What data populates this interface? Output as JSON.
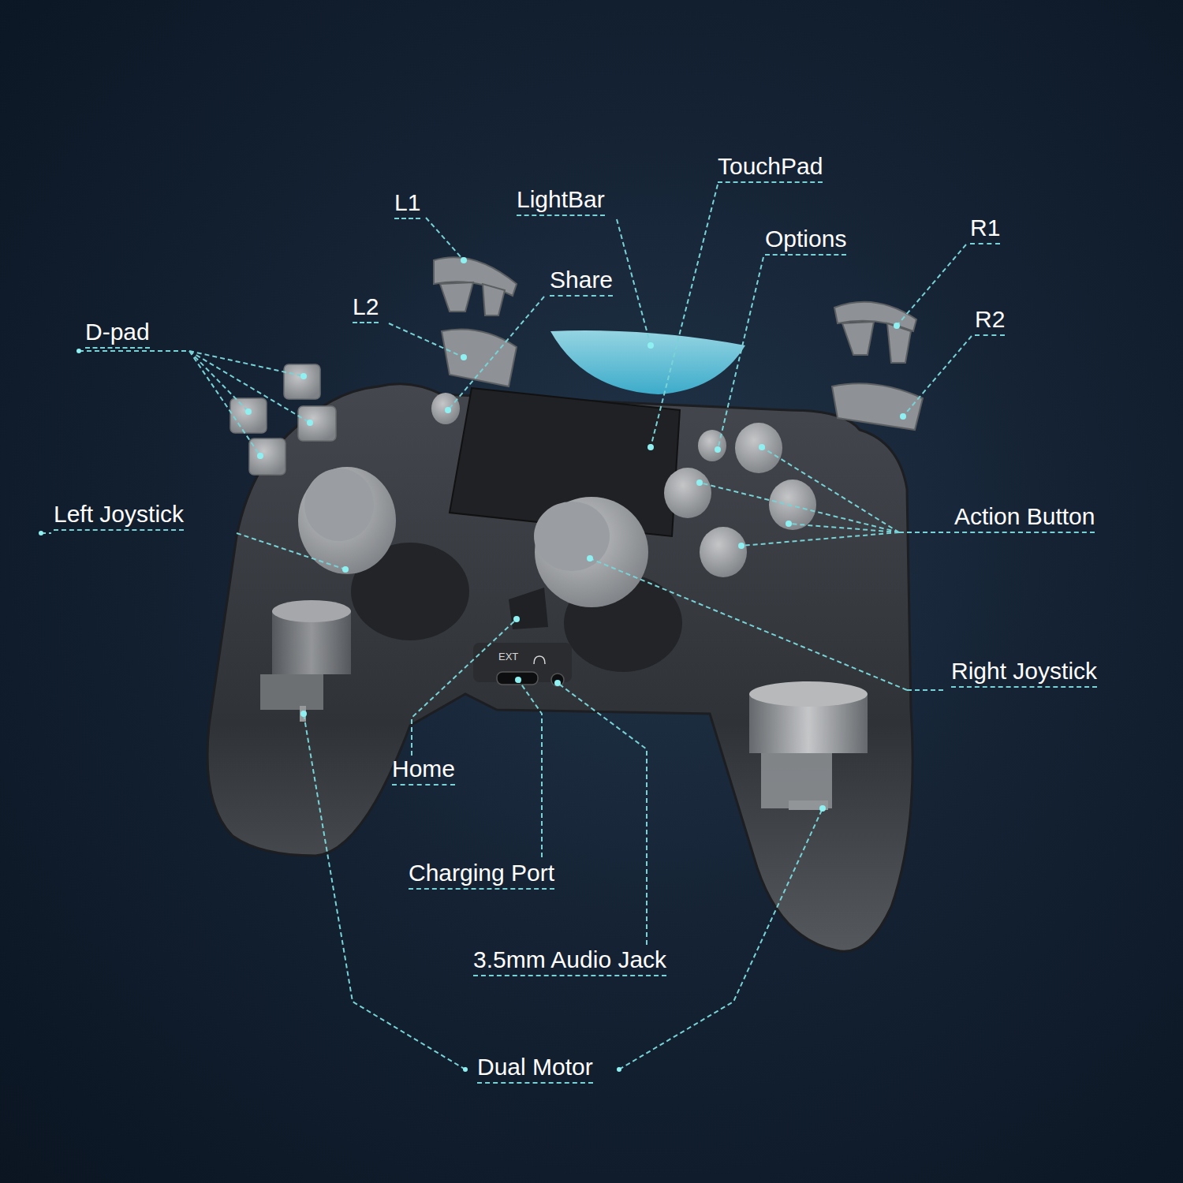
{
  "diagram": {
    "labels": [
      "L1",
      "LightBar",
      "TouchPad",
      "Options",
      "R1",
      "Share",
      "L2",
      "R2",
      "D-pad",
      "Left Joystick",
      "Action Button",
      "Right Joystick",
      "Home",
      "Charging Port",
      "3.5mm Audio Jack",
      "Dual Motor",
      "EXT"
    ]
  }
}
